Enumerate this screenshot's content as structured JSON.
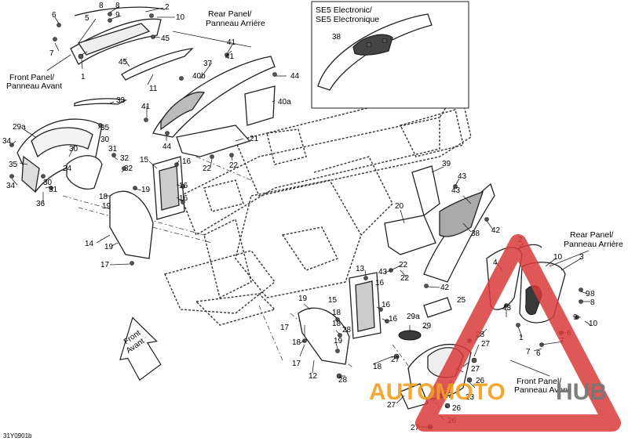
{
  "labels": {
    "rear_panel_top": [
      "Rear Panel/",
      "Panneau Arrière"
    ],
    "front_panel_left": [
      "Front Panel/",
      "Panneau Avant"
    ],
    "se5": [
      "SE5 Electronic/",
      "SE5 Electronique"
    ],
    "rear_panel_right": [
      "Rear Panel/",
      "Panneau Arrière"
    ],
    "front_panel_bottom": [
      "Front Panel/",
      "Panneau Avant"
    ],
    "front_arrow": [
      "Front",
      "Avant"
    ],
    "figure_code": "31Y0901b"
  },
  "watermark": {
    "part1": "AUTOMOTO",
    "part2": "HUB",
    "color_orange": "#f0a020",
    "color_red": "#d83b3b",
    "color_gray": "#777777"
  },
  "callouts": [
    "1",
    "2",
    "3",
    "4",
    "5",
    "6",
    "7",
    "8",
    "9",
    "10",
    "11",
    "12",
    "13",
    "14",
    "15",
    "16",
    "17",
    "18",
    "19",
    "20",
    "21",
    "22",
    "23",
    "24",
    "25",
    "26",
    "27",
    "28",
    "29",
    "29a",
    "30",
    "31",
    "32",
    "33",
    "34",
    "35",
    "36",
    "37",
    "38",
    "39",
    "40a",
    "40b",
    "41",
    "42",
    "43",
    "44",
    "45"
  ]
}
